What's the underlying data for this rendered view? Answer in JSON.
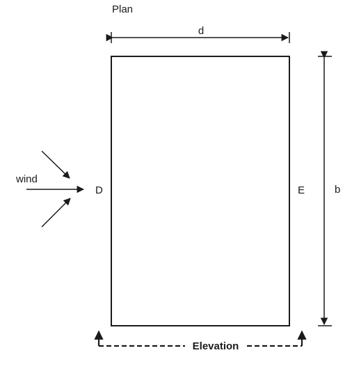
{
  "labels": {
    "plan": "Plan",
    "width_dim": "d",
    "depth_dim": "b",
    "wind": "wind",
    "windward_face": "D",
    "leeward_face": "E",
    "elevation": "Elevation"
  },
  "colors": {
    "stroke": "#1a1a1a",
    "background": "#ffffff"
  }
}
